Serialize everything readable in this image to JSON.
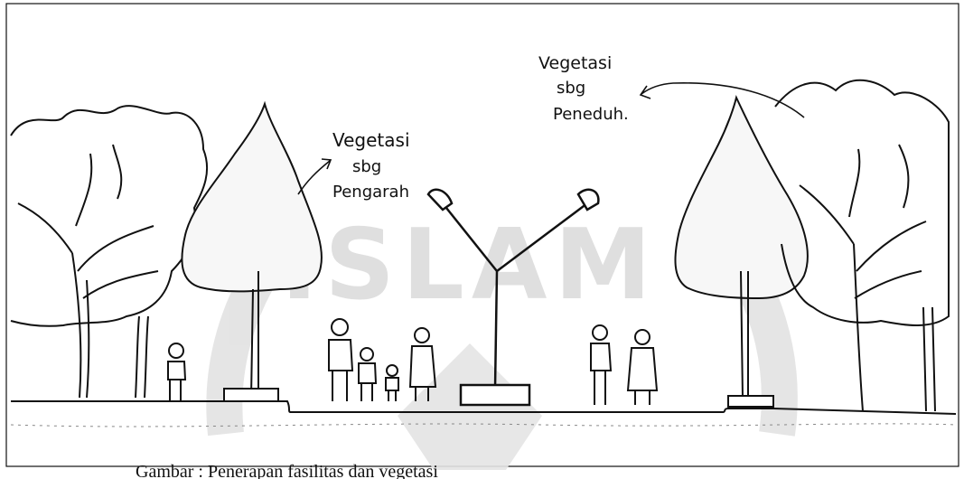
{
  "labels": {
    "pengarah": [
      "Vegetasi",
      "sbg",
      "Pengarah"
    ],
    "peneduh": [
      "Vegetasi",
      "sbg",
      "Peneduh."
    ]
  },
  "watermark": "ISLAM",
  "caption": "Gambar : Penerapan fasilitas dan vegetasi",
  "colors": {
    "ink": "#111111",
    "watermark": "#d6d6d6",
    "paper": "#ffffff"
  }
}
